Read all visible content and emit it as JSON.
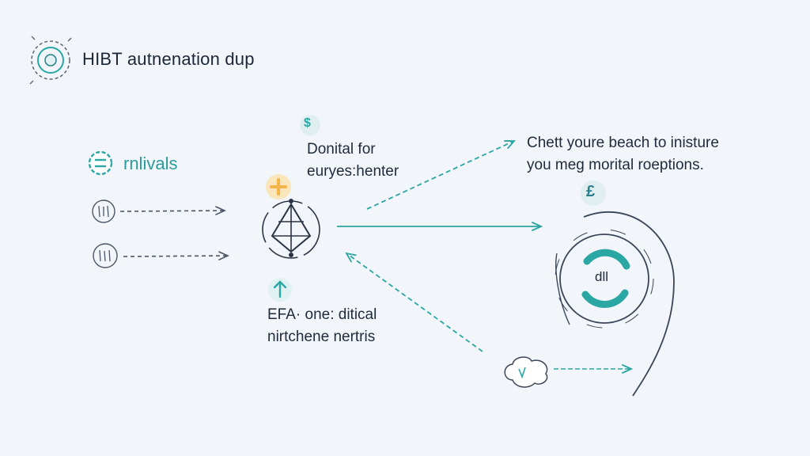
{
  "header": {
    "title": "HIBT autnenation dup"
  },
  "left": {
    "label": "rnlivals"
  },
  "center_top_text": {
    "line1": "Donital for",
    "line2": "euryes:henter"
  },
  "right_text": {
    "line1": "Chett youre beach to inisture",
    "line2": "you meg morital roeptions."
  },
  "center_bottom_text": {
    "line1": "EFA· one: ditical",
    "line2": "nirtchene nertris"
  },
  "badges": {
    "top_small": "$",
    "pound": "£",
    "stats": "dll"
  },
  "colors": {
    "teal": "#2aa6a3",
    "dark": "#1f2a3a",
    "orange": "#f3b549",
    "background": "#f2f6fa"
  }
}
